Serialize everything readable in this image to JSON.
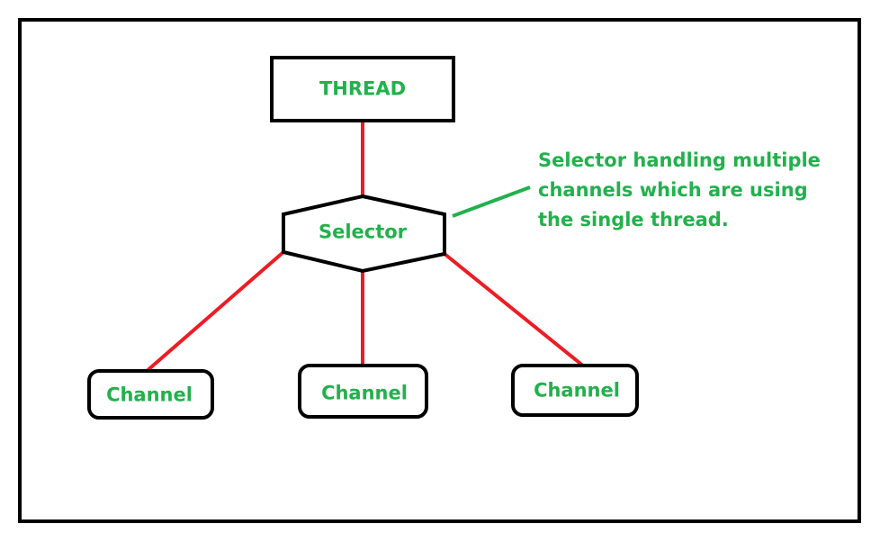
{
  "colors": {
    "text": "#22b14c",
    "connector": "#ed1c24",
    "outline": "#000000",
    "pointer": "#22b14c"
  },
  "diagram": {
    "thread": {
      "label": "THREAD"
    },
    "selector": {
      "label": "Selector"
    },
    "channels": [
      {
        "label": "Channel"
      },
      {
        "label": "Channel"
      },
      {
        "label": "Channel"
      }
    ],
    "note": {
      "lines": [
        "Selector handling multiple",
        "channels which are using",
        "the single thread."
      ]
    }
  }
}
